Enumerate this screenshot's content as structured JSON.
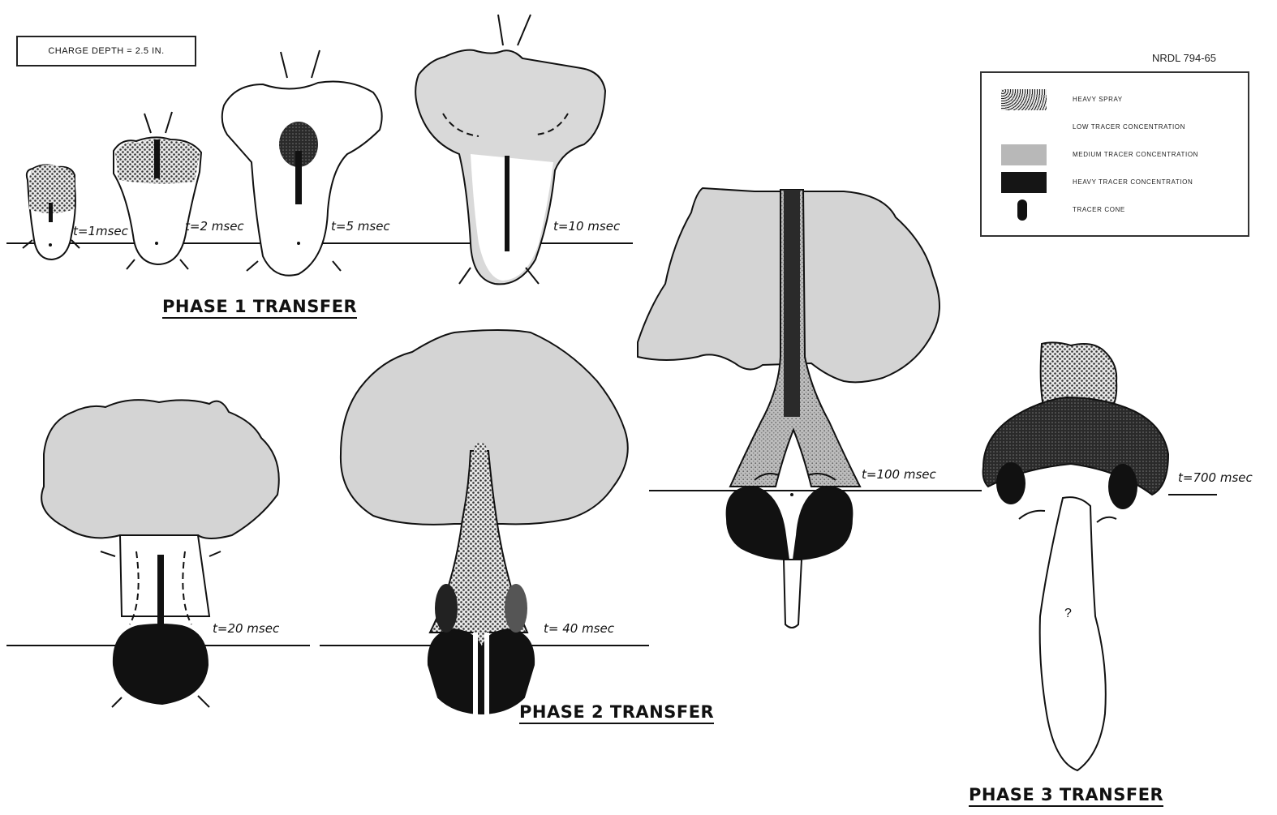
{
  "header": {
    "charge_depth": "CHARGE DEPTH = 2.5 IN.",
    "report_id": "NRDL 794-65"
  },
  "legend": {
    "items": [
      {
        "label": "HEAVY SPRAY",
        "swatch": "stipple"
      },
      {
        "label": "LOW TRACER CONCENTRATION",
        "swatch": "none"
      },
      {
        "label": "MEDIUM TRACER CONCENTRATION",
        "swatch": "gray-stipple"
      },
      {
        "label": "HEAVY TRACER CONCENTRATION",
        "swatch": "black"
      },
      {
        "label": "TRACER CONE",
        "swatch": "black-bar"
      }
    ]
  },
  "frames": [
    {
      "time": "t=1msec"
    },
    {
      "time": "t=2 msec"
    },
    {
      "time": "t=5 msec"
    },
    {
      "time": "t=10 msec"
    },
    {
      "time": "t=20 msec"
    },
    {
      "time": "t= 40 msec"
    },
    {
      "time": "t=100 msec"
    },
    {
      "time": "t=700 msec"
    }
  ],
  "phases": {
    "phase1": "PHASE 1 TRANSFER",
    "phase2": "PHASE 2  TRANSFER",
    "phase3": "PHASE 3 TRANSFER"
  },
  "annotations": {
    "unknown_mark": "?"
  },
  "colors": {
    "ink": "#111111",
    "spray_gray": "#cfcfcf",
    "heavy_tracer": "#111111"
  }
}
